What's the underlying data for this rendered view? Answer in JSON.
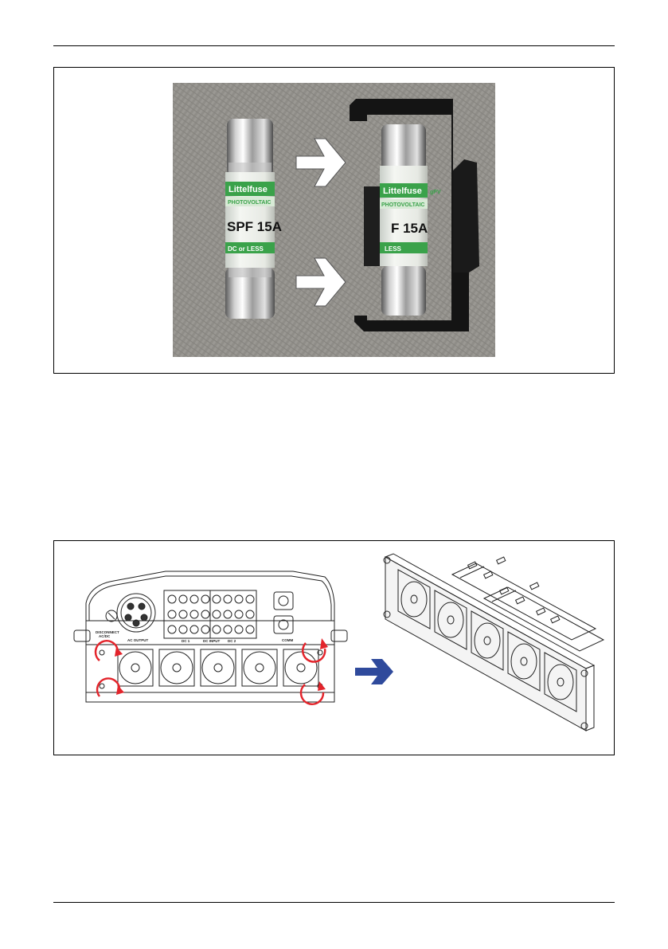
{
  "figure1": {
    "fuse_brand": "Littelfuse",
    "fuse_type": "PHOTOVOLTAIC",
    "fuse_rating_full": "SPF 15A",
    "fuse_rating_partial": "F 15A",
    "fuse_voltage_full": "DC or LESS",
    "fuse_voltage_partial": "LESS",
    "fuse_side_mark": "gPV"
  },
  "figure2": {
    "label_disconnect": "DISCONNECT",
    "label_acdc": "AC/DC",
    "label_ac_output": "AC OUTPUT",
    "label_dc_input": "DC INPUT",
    "label_dc1": "DC 1",
    "label_dc2": "DC 2",
    "label_comm": "COMM"
  },
  "colors": {
    "arrow_blue": "#2f4a9c",
    "rotation_red": "#e3242b",
    "fuse_green": "#3aa24a",
    "holder_black": "#141414",
    "fabric_gray": "#8e8c87"
  }
}
